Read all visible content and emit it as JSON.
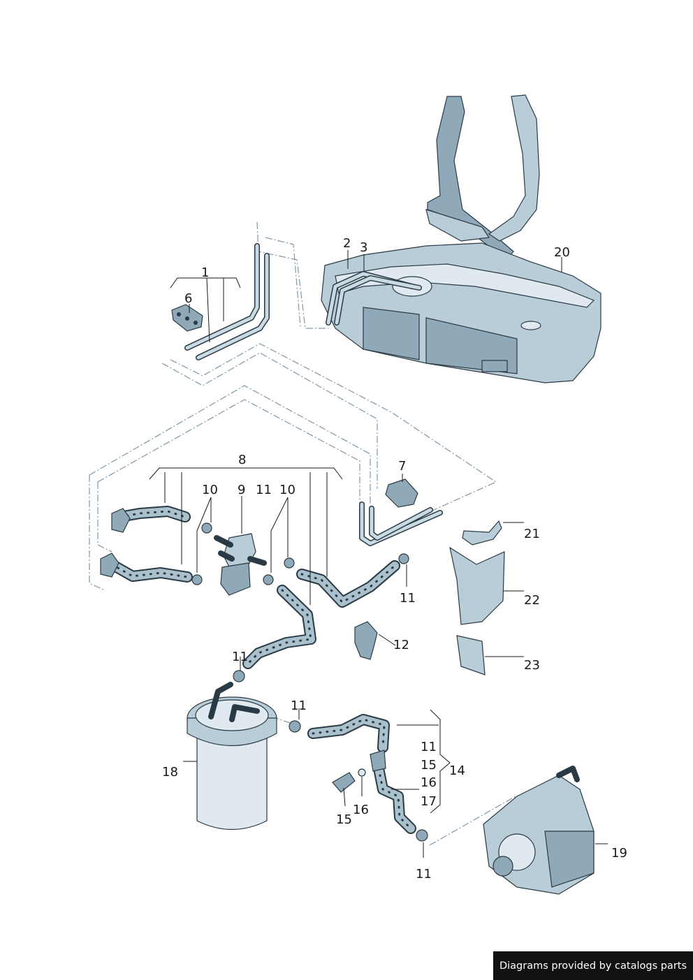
{
  "diagram": {
    "callouts": {
      "c1": "1",
      "c2": "2",
      "c3": "3",
      "c6": "6",
      "c7": "7",
      "c8": "8",
      "c9": "9",
      "c10a": "10",
      "c10b": "10",
      "c11a": "11",
      "c11b": "11",
      "c11c": "11",
      "c11d": "11",
      "c11e": "11",
      "c11f": "11",
      "c12": "12",
      "c14": "14",
      "c15a": "15",
      "c15b": "15",
      "c16a": "16",
      "c16b": "16",
      "c17": "17",
      "c18": "18",
      "c19": "19",
      "c20": "20",
      "c21": "21",
      "c22": "22",
      "c23": "23"
    }
  },
  "footer": {
    "credit": "Diagrams provided by catalogs parts"
  }
}
